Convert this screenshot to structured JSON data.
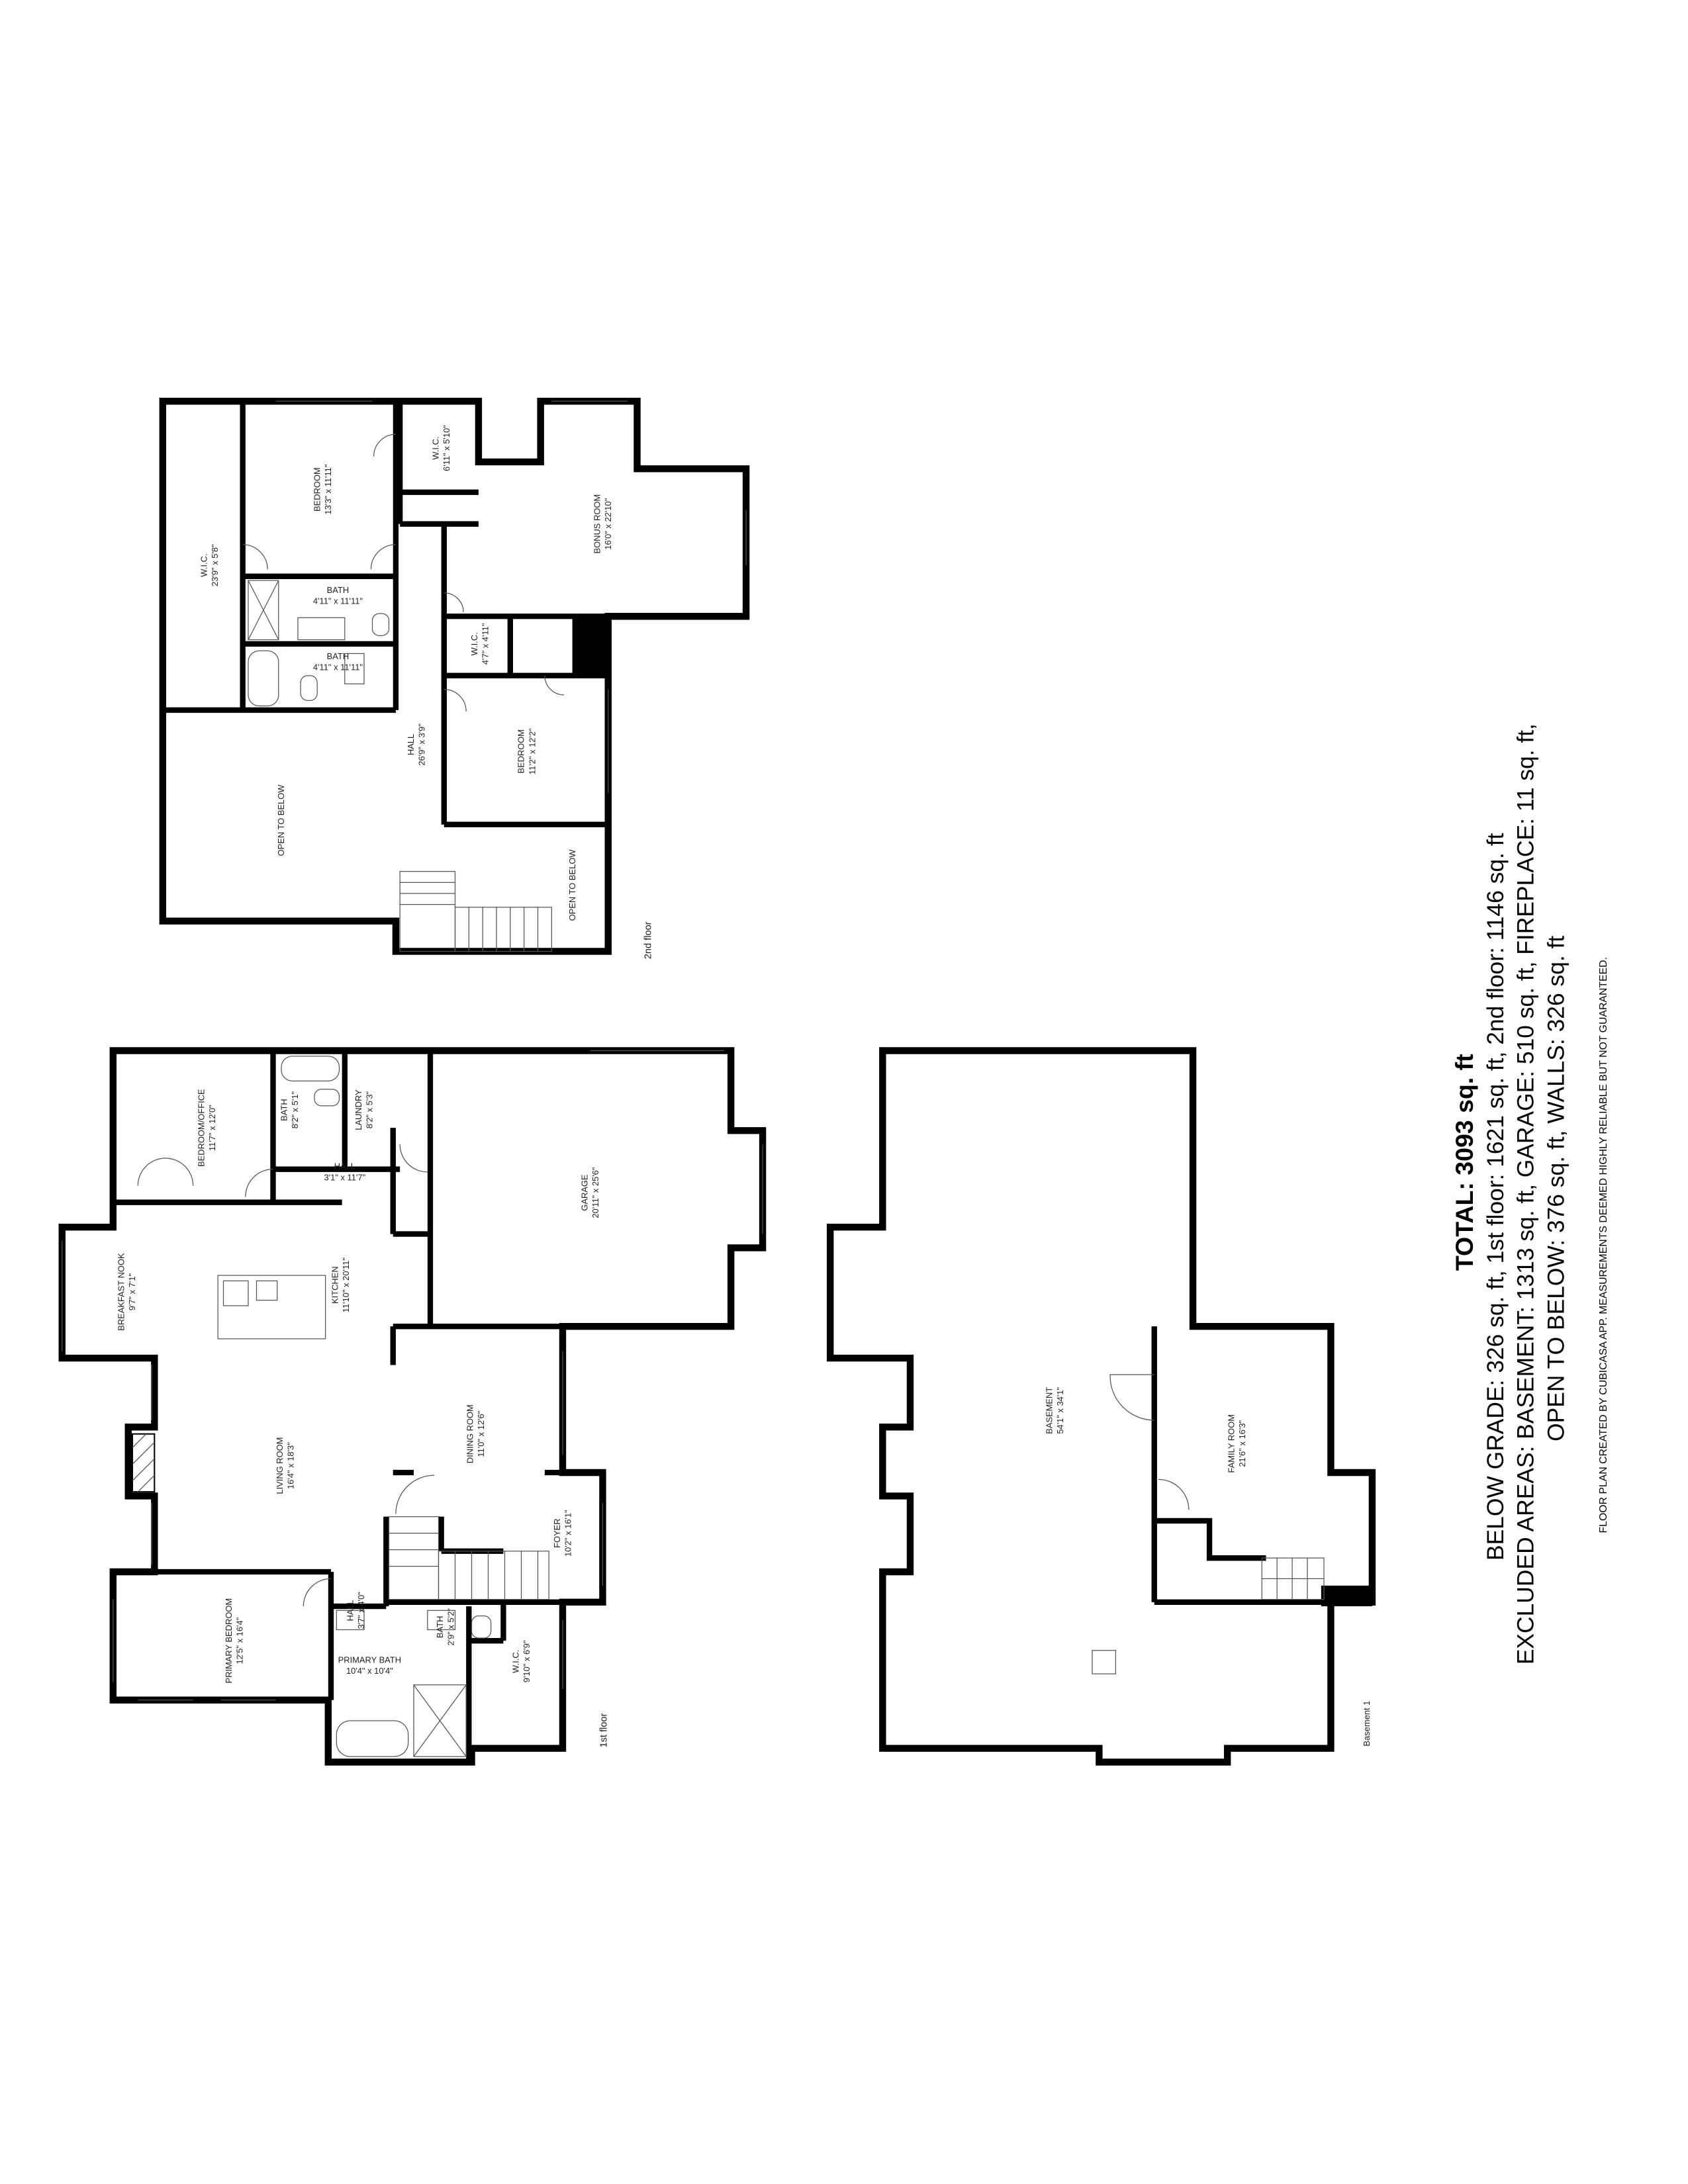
{
  "floors": {
    "second": {
      "label": "2nd floor",
      "rooms": [
        {
          "name": "W.I.C.",
          "dims": "23'9\" x 5'8\""
        },
        {
          "name": "BEDROOM",
          "dims": "13'3\" x 11'11\""
        },
        {
          "name": "W.I.C.",
          "dims": "6'11\" x 5'10\""
        },
        {
          "name": "BONUS ROOM",
          "dims": "16'0\" x 22'10\""
        },
        {
          "name": "BATH",
          "dims": "4'11\" x 11'11\""
        },
        {
          "name": "BATH",
          "dims": "4'11\" x 11'11\""
        },
        {
          "name": "W.I.C.",
          "dims": "4'7\" x 4'11\""
        },
        {
          "name": "HALL",
          "dims": "26'9\" x 3'9\""
        },
        {
          "name": "BEDROOM",
          "dims": "11'2\" x 12'2\""
        },
        {
          "name": "OPEN TO BELOW",
          "dims": ""
        },
        {
          "name": "OPEN TO BELOW",
          "dims": ""
        }
      ]
    },
    "first": {
      "label": "1st floor",
      "rooms": [
        {
          "name": "BEDROOM/OFFICE",
          "dims": "11'7\" x 12'0\""
        },
        {
          "name": "BATH",
          "dims": "8'2\" x 5'1\""
        },
        {
          "name": "LAUNDRY",
          "dims": "8'2\" x 5'3\""
        },
        {
          "name": "HALL",
          "dims": "3'1\" x 11'7\""
        },
        {
          "name": "BREAKFAST NOOK",
          "dims": "9'7\" x 7'1\""
        },
        {
          "name": "KITCHEN",
          "dims": "11'10\" x 20'11\""
        },
        {
          "name": "GARAGE",
          "dims": "20'11\" x 25'6\""
        },
        {
          "name": "DINING ROOM",
          "dims": "11'0\" x 12'6\""
        },
        {
          "name": "LIVING ROOM",
          "dims": "16'4\" x 18'3\""
        },
        {
          "name": "FOYER",
          "dims": "10'2\" x 16'1\""
        },
        {
          "name": "HALL",
          "dims": "3'7\" x 4'0\""
        },
        {
          "name": "PRIMARY BEDROOM",
          "dims": "12'5\" x 16'4\""
        },
        {
          "name": "BATH",
          "dims": "2'9\" x 5'2\""
        },
        {
          "name": "PRIMARY BATH",
          "dims": "10'4\" x 10'4\""
        },
        {
          "name": "W.I.C.",
          "dims": "9'10\" x 6'9\""
        }
      ]
    },
    "basement": {
      "label": "Basement 1",
      "rooms": [
        {
          "name": "BASEMENT",
          "dims": "54'1\" x 34'1\""
        },
        {
          "name": "FAMILY ROOM",
          "dims": "21'6\" x 16'3\""
        }
      ]
    }
  },
  "summary": {
    "total": "TOTAL: 3093 sq. ft",
    "line1": "BELOW GRADE: 326 sq. ft, 1st floor: 1621 sq. ft, 2nd floor: 1146 sq. ft",
    "line2": "EXCLUDED AREAS: BASEMENT: 1313 sq. ft, GARAGE: 510 sq. ft, FIREPLACE: 11 sq. ft,",
    "line3": "OPEN TO BELOW: 376 sq. ft, WALLS: 326 sq. ft",
    "disclaimer": "FLOOR PLAN CREATED BY CUBICASA APP. MEASUREMENTS DEEMED HIGHLY RELIABLE BUT NOT GUARANTEED."
  }
}
